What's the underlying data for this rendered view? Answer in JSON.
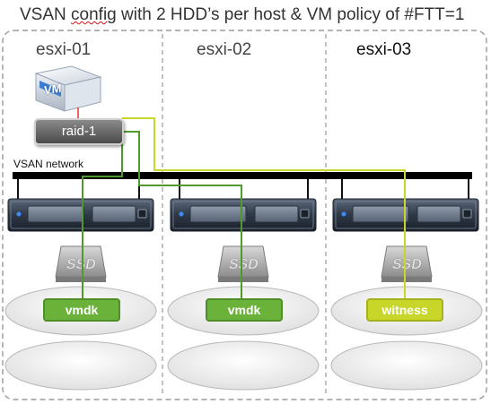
{
  "title": {
    "prefix": "VSAN ",
    "underlined": "config",
    "suffix": " with 2 HDD’s per host & VM policy of #FTT=1"
  },
  "hosts": [
    {
      "label": "esxi-01"
    },
    {
      "label": "esxi-02"
    },
    {
      "label": "esxi-03"
    }
  ],
  "vm_icon_text": "VM",
  "raid_label": "raid-1",
  "network_label": "VSAN network",
  "components": [
    {
      "label": "vmdk",
      "color": "#6bb23a"
    },
    {
      "label": "vmdk",
      "color": "#6bb23a"
    },
    {
      "label": "witness",
      "color": "#c8d62a"
    }
  ],
  "colors": {
    "green_link": "#4f9a2c",
    "yellow_link": "#c8d62a",
    "network_bar": "#000000",
    "dashed_border": "#9a9a9a"
  }
}
